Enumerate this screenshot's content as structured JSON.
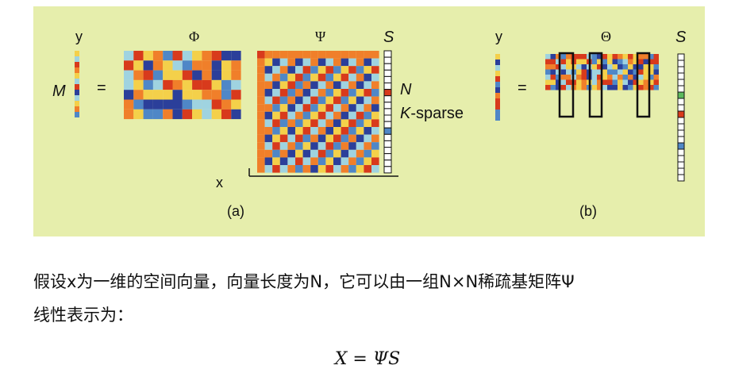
{
  "figure": {
    "panel_a": {
      "y_label": "y",
      "m_label": "M",
      "equals": "=",
      "phi_label": "Φ",
      "psi_label": "Ψ",
      "s_label": "S",
      "n_label": "N",
      "k_sparse_k": "K",
      "k_sparse_rest": "-sparse",
      "x_label": "x",
      "caption": "(a)"
    },
    "panel_b": {
      "y_label": "y",
      "equals": "=",
      "theta_label": "Θ",
      "s_label": "S",
      "caption": "(b)"
    },
    "colors": {
      "background": "#e6eeac",
      "palette": [
        "#d83a1c",
        "#f07f2a",
        "#f4d04a",
        "#9fd3e0",
        "#4f87c7",
        "#2b3f9a"
      ]
    }
  },
  "text": {
    "line1": "假设x为一维的空间向量，向量长度为N，它可以由一组N×N稀疏基矩阵Ψ",
    "line2": "线性表示为：",
    "equation": "X = ΨS"
  }
}
